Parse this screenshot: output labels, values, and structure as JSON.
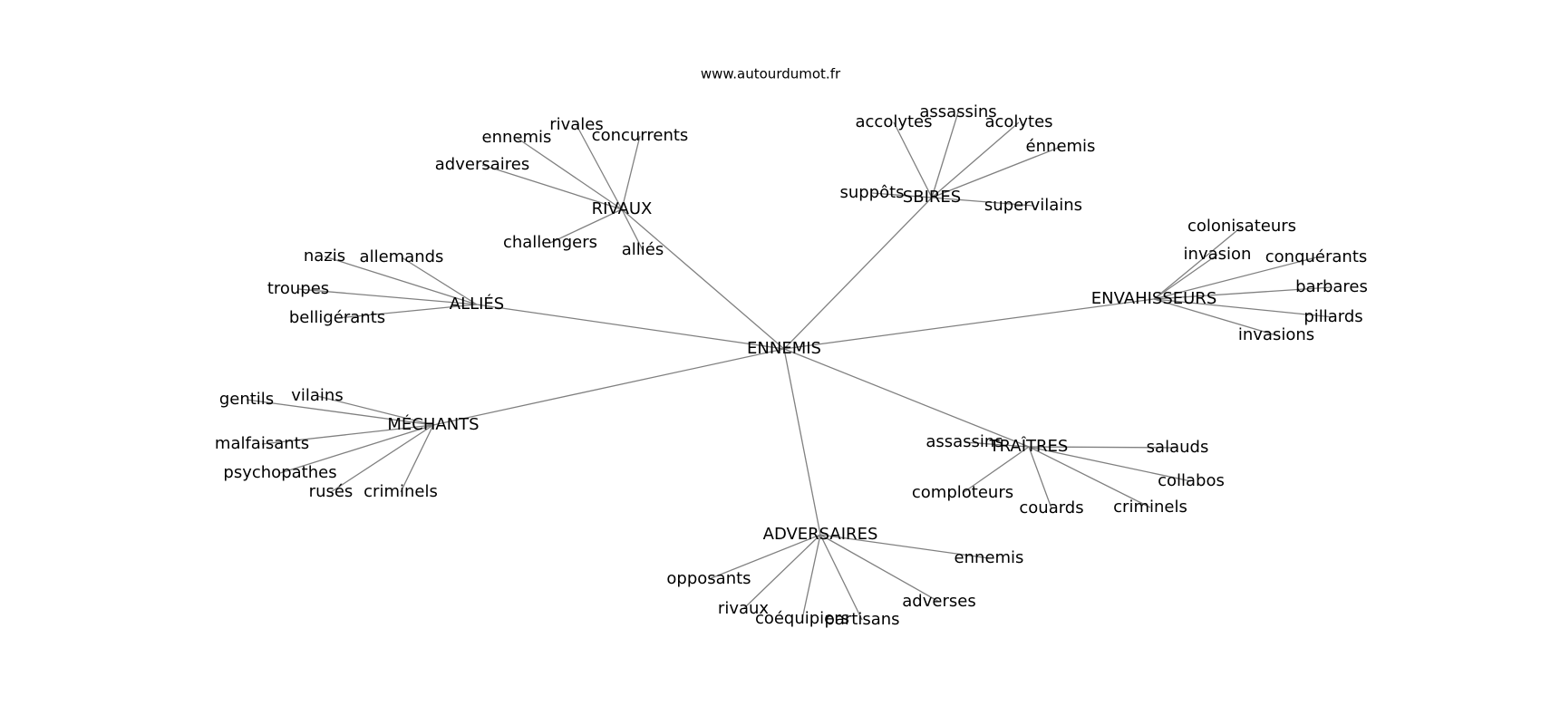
{
  "source": "www.autourdumot.fr",
  "edge_color": "#808080",
  "graph": {
    "root": "ENNEMIS",
    "groups": [
      {
        "label": "RIVAUX",
        "words": [
          "ennemis",
          "rivales",
          "concurrents",
          "adversaires",
          "challengers",
          "alliés"
        ]
      },
      {
        "label": "SBIRES",
        "words": [
          "accolytes",
          "assassins",
          "acolytes",
          "énnemis",
          "suppôts",
          "supervilains"
        ]
      },
      {
        "label": "ALLIÉS",
        "words": [
          "nazis",
          "allemands",
          "troupes",
          "belligérants"
        ]
      },
      {
        "label": "ENVAHISSEURS",
        "words": [
          "colonisateurs",
          "invasion",
          "conquérants",
          "barbares",
          "pillards",
          "invasions"
        ]
      },
      {
        "label": "MÉCHANTS",
        "words": [
          "gentils",
          "vilains",
          "malfaisants",
          "psychopathes",
          "rusés",
          "criminels"
        ]
      },
      {
        "label": "TRAÎTRES",
        "words": [
          "assassins",
          "salauds",
          "comploteurs",
          "collabos",
          "couards",
          "criminels"
        ]
      },
      {
        "label": "ADVERSAIRES",
        "words": [
          "ennemis",
          "opposants",
          "adverses",
          "rivaux",
          "coéquipiers",
          "partisans"
        ]
      }
    ]
  }
}
